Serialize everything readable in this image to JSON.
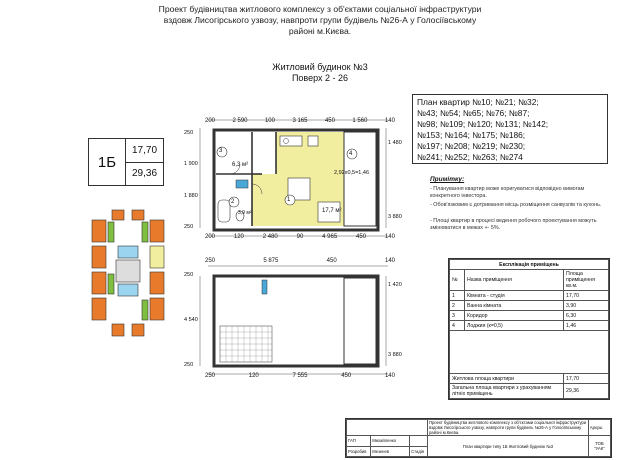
{
  "header": {
    "title_line1": "Проект  будівництва житлового комплексу з об'єктами соціальної інфраструктури",
    "title_line2": "вздовж Лисогірського узвозу, навпроти групи будівель №26-А у Голосіївському",
    "title_line3": "районі м.Києва."
  },
  "building": {
    "name": "Житловий будинок №3",
    "floors": "Поверх 2 - 26"
  },
  "apartment_type": {
    "code": "1Б",
    "living_area": "17,70",
    "total_area": "29,36"
  },
  "plan_list": {
    "line1": "План квартир №10;  №21; №32;",
    "line2": "№43;  №54;  №65; №76;  №87;",
    "line3": "№98;  №109; №120;  №131; №142;",
    "line4": "№153; №164;  №175; №186;",
    "line5": "№197; №208; №219; №230;",
    "line6": "№241; №252; №263; №274"
  },
  "notes": {
    "heading": "Примітку:",
    "item1": "- Планування квартир може коригуватися відповідно вимогам конкретного інвестора.",
    "item2": "- Обов'язковим є дотримання місць розміщення санвузлів та кухонь.",
    "item3": "- Площі квартир в процесі ведення робочого проектування можуть змінюватися в межах +- 5%."
  },
  "dims": {
    "top": [
      "200",
      "2 590",
      "100",
      "3 165",
      "450",
      "1 560",
      "140"
    ],
    "bottom": [
      "200",
      "120",
      "2 480",
      "90",
      "4 965",
      "450",
      "140"
    ],
    "left": [
      "250",
      "1 900",
      "1 880",
      "250"
    ],
    "right": [
      "1 480",
      "3 880"
    ],
    "lower_top": [
      "250",
      "5 875",
      "450",
      "140"
    ],
    "lower_bottom": [
      "250",
      "120",
      "7 555",
      "450",
      "140"
    ],
    "lower_left": [
      "250",
      "4 540",
      "250"
    ],
    "lower_right": [
      "1 420",
      "3 880"
    ]
  },
  "plan_labels": {
    "r1": "1",
    "r2": "2",
    "r3": "3",
    "r4": "4",
    "area3": "6,3 м²",
    "area2": "3,9 м²",
    "area1": "17,7 м²",
    "loggia": "2,92х0,5=1,46"
  },
  "spec": {
    "caption": "Експлікація приміщень",
    "col_no": "№",
    "col_name": "Назва приміщення",
    "col_area": "Площа приміщення кв.м.",
    "rows": [
      {
        "no": "1",
        "name": "Кімната - студія",
        "area": "17,70"
      },
      {
        "no": "2",
        "name": "Ванна кімната",
        "area": "3,90"
      },
      {
        "no": "3",
        "name": "Коридор",
        "area": "6,30"
      },
      {
        "no": "4",
        "name": "Лоджия (к=0,5)",
        "area": "1,46"
      }
    ],
    "living_label": "Житлова площа квартири",
    "living_value": "17,70",
    "total_label": "Загальна площа квартири з урахуванням літніх приміщень",
    "total_value": "29,36"
  },
  "stamp": {
    "project_text": "Проект  будівництва житлового комплексу з об'єктами соціальної інфраструктури вздовж Лисогірського узвозу, навпроти групи будівель №26-А у Голосіївському районі м.Києва.",
    "sheet_title": "План квартири типу 1Б Житловий будинок №3",
    "org": "ТОВ \"УАК\"",
    "role1": "ГАП",
    "person1": "Михайленко",
    "role2": "Розробив",
    "person2": "Мезенев",
    "stage_label": "Стадія",
    "sheet_label": "Аркуш"
  },
  "colors": {
    "studio_fill": "#f2eea0",
    "wall": "#333333",
    "bath": "#4aa8d8",
    "green": "#7fbf3f"
  }
}
